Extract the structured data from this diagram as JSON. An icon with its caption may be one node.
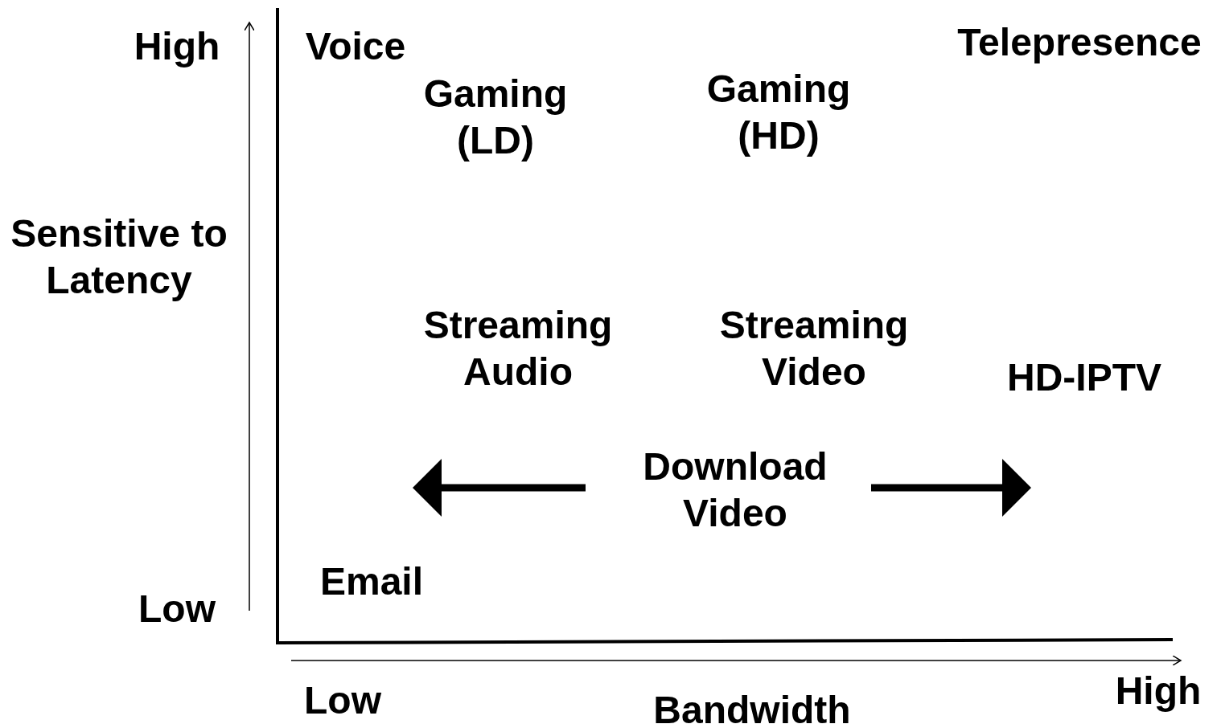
{
  "diagram": {
    "labels": [
      "High",
      "Voice",
      "Telepresence",
      "Gaming (LD)",
      "Gaming (HD)",
      "Sensitive to Latency",
      "Streaming Audio",
      "Streaming Video",
      "HD-IPTV",
      "Download Video",
      "Email",
      "Low",
      "Low",
      "High",
      "Bandwidth"
    ]
  }
}
